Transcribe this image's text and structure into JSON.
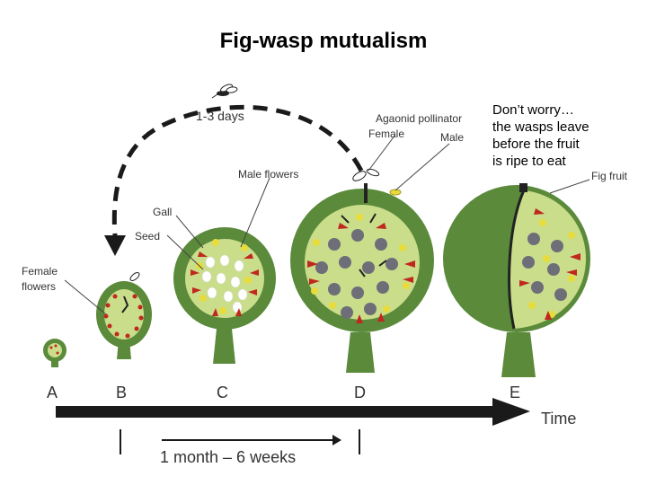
{
  "title": "Fig-wasp mutualism",
  "note": {
    "line1": "Don’t worry…",
    "line2": "the wasps leave",
    "line3": "before the fruit",
    "line4": "is ripe to eat"
  },
  "labels": {
    "days": "1-3 days",
    "pollinator": "Agaonid pollinator",
    "female": "Female",
    "male": "Male",
    "male_flowers": "Male flowers",
    "gall": "Gall",
    "seed": "Seed",
    "female_flowers_1": "Female",
    "female_flowers_2": "flowers",
    "fig_fruit": "Fig fruit",
    "time": "Time",
    "duration": "1 month – 6 weeks"
  },
  "stages": [
    "A",
    "B",
    "C",
    "D",
    "E"
  ],
  "colors": {
    "fig_dark": "#5a8a3a",
    "fig_inner": "#c9dd8a",
    "stem": "#5a8a3a",
    "red": "#c0281e",
    "yellow": "#e8dc3c",
    "seed_gray": "#6e6e78",
    "arrow": "#1a1a1a"
  }
}
